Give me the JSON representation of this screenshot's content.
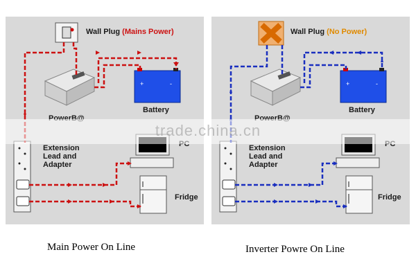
{
  "left": {
    "wall_plug": "Wall Plug",
    "status": "(Mains Power)",
    "powerbox": "PowerB@",
    "battery": "Battery",
    "extension": [
      "Extension",
      "Lead and",
      "Adapter"
    ],
    "pc": "PC",
    "fridge": "Fridge",
    "caption": "Main Power On Line",
    "wire_color": "#cc1111"
  },
  "right": {
    "wall_plug": "Wall Plug",
    "status": "(No Power)",
    "powerbox": "PowerB@",
    "battery": "Battery",
    "extension": [
      "Extension",
      "Lead and",
      "Adapter"
    ],
    "pc": "PC",
    "fridge": "Fridge",
    "caption": "Inverter Powre On Line",
    "wire_color": "#1a2fbf"
  },
  "colors": {
    "mains_status": "#cc1111",
    "no_power_status": "#e08a00",
    "battery": "#1f4fe8",
    "panel_bg": "#d9d9d9"
  },
  "watermark": "trade.china.cn"
}
